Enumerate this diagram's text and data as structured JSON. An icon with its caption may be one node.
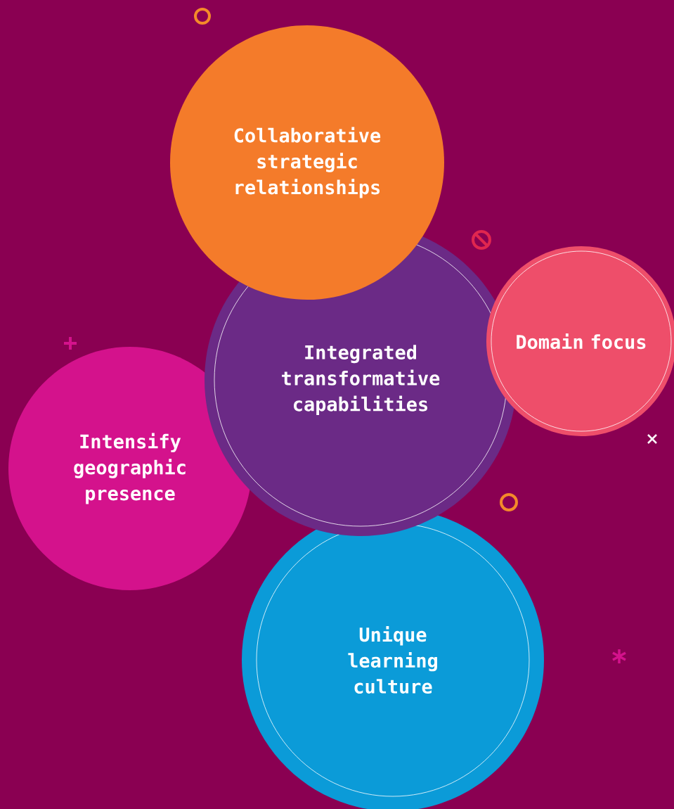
{
  "diagram": {
    "nodes": [
      {
        "text": [
          "Collaborative strategic relationships"
        ]
      },
      {
        "text": [
          "Integrated transformative capabilities"
        ]
      },
      {
        "text": [
          "Domain focus"
        ]
      },
      {
        "text": [
          "Intensify geographic presence"
        ]
      },
      {
        "text": [
          "Unique learning culture"
        ]
      }
    ]
  }
}
